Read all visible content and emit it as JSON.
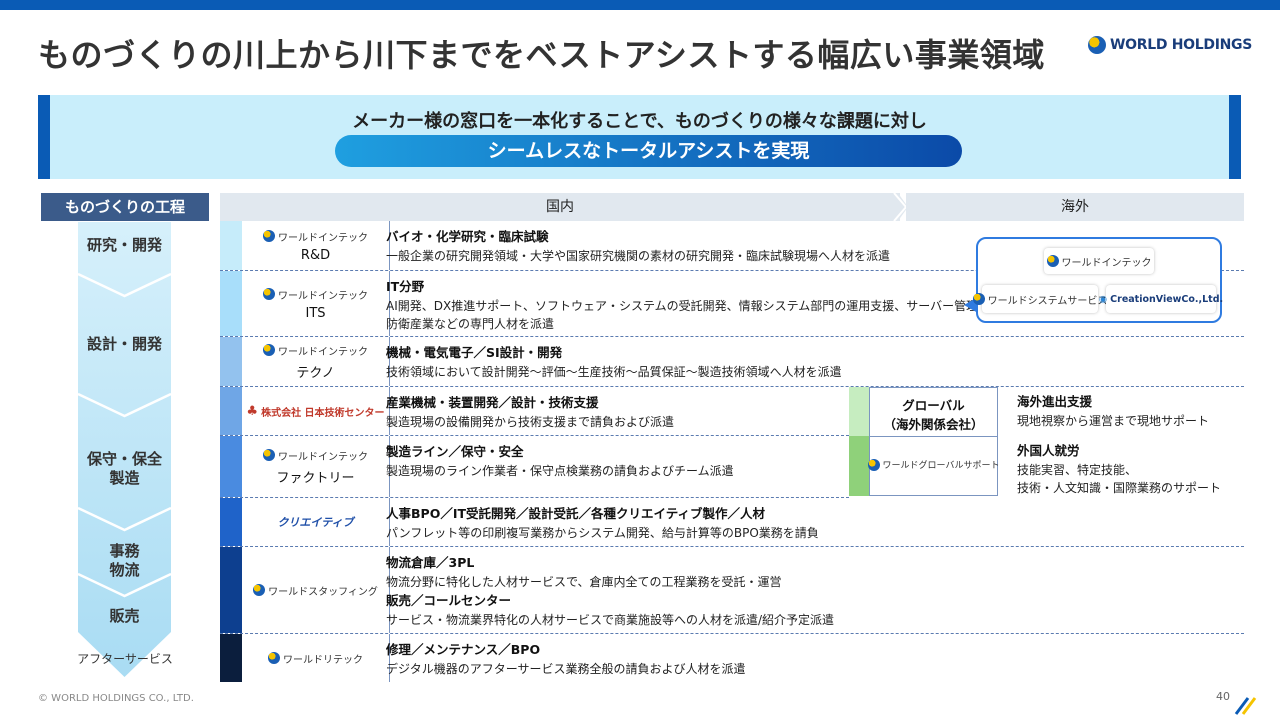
{
  "title": "ものづくりの川上から川下までをベストアシストする幅広い事業領域",
  "logo_text": "WORLD HOLDINGS",
  "banner": {
    "line1": "メーカー様の窓口を一本化することで、ものづくりの様々な課題に対し",
    "line2": "シームレスなトータルアシストを実現"
  },
  "process": {
    "header": "ものづくりの工程",
    "stages": [
      "研究・開発",
      "設計・開発",
      "保守・保全\n製造",
      "事務\n物流",
      "販売"
    ],
    "after": "アフターサービス"
  },
  "columns": {
    "domestic": "国内",
    "overseas": "海外"
  },
  "rows": [
    {
      "badge": "ワールドインテック",
      "name": "R&D",
      "heading": "バイオ・化学研究・臨床試験",
      "lines": [
        "一般企業の研究開発領域・大学や国家研究機関の素材の研究開発・臨床試験現場へ人材を派遣"
      ]
    },
    {
      "badge": "ワールドインテック",
      "name": "ITS",
      "heading": "IT分野",
      "lines": [
        "AI開発、DX推進サポート、ソフトウェア・システムの受託開発、情報システム部門の運用支援、サーバー管理、",
        "防衛産業などの専門人材を派遣"
      ]
    },
    {
      "badge": "ワールドインテック",
      "name": "テクノ",
      "heading": "機械・電気電子／SI設計・開発",
      "lines": [
        "技術領域において設計開発～評価～生産技術～品質保証～製造技術領域へ人材を派遣"
      ]
    },
    {
      "badge": "株式会社 日本技術センター",
      "name": "",
      "heading": "産業機械・装置開発／設計・技術支援",
      "lines": [
        "製造現場の設備開発から技術支援まで請負および派遣"
      ]
    },
    {
      "badge": "ワールドインテック",
      "name": "ファクトリー",
      "heading": "製造ライン／保守・安全",
      "lines": [
        "製造現場のライン作業者・保守点検業務の請負およびチーム派遣"
      ]
    },
    {
      "badge": "クリエイティブ",
      "name": "",
      "heading": "人事BPO／IT受託開発／設計受託／各種クリエイティブ製作／人材",
      "lines": [
        "パンフレット等の印刷複写業務からシステム開発、給与計算等のBPO業務を請負"
      ]
    },
    {
      "badge": "ワールドスタッフィング",
      "name": "",
      "heading": "物流倉庫／3PL",
      "lines": [
        "物流分野に特化した人材サービスで、倉庫内全ての工程業務を受託・運営"
      ],
      "heading2": "販売／コールセンター",
      "lines2": [
        "サービス・物流業界特化の人材サービスで商業施設等への人材を派遣/紹介予定派遣"
      ]
    },
    {
      "badge": "ワールドリテック",
      "name": "",
      "heading": "修理／メンテナンス／BPO",
      "lines": [
        "デジタル機器のアフターサービス業務全般の請負および人材を派遣"
      ]
    }
  ],
  "callout": {
    "top": "ワールドインテック",
    "left": "ワールドシステムサービス",
    "right": "CreationViewCo.,Ltd."
  },
  "global": {
    "title": "グローバル\n（海外関係会社）",
    "company": "ワールドグローバルサポート"
  },
  "overseas": [
    {
      "heading": "海外進出支援",
      "lines": [
        "現地視察から運営まで現地サポート"
      ]
    },
    {
      "heading": "外国人就労",
      "lines": [
        "技能実習、特定技能、",
        "技術・人文知識・国際業務のサポート"
      ]
    }
  ],
  "footer": "© WORLD HOLDINGS CO., LTD.",
  "page_number": "40",
  "colors": {
    "brand_blue": "#0a5bb5",
    "banner_bg": "#c9eefb",
    "process_arrow": "#b8e4f7",
    "global_green": "#8fd17a"
  }
}
